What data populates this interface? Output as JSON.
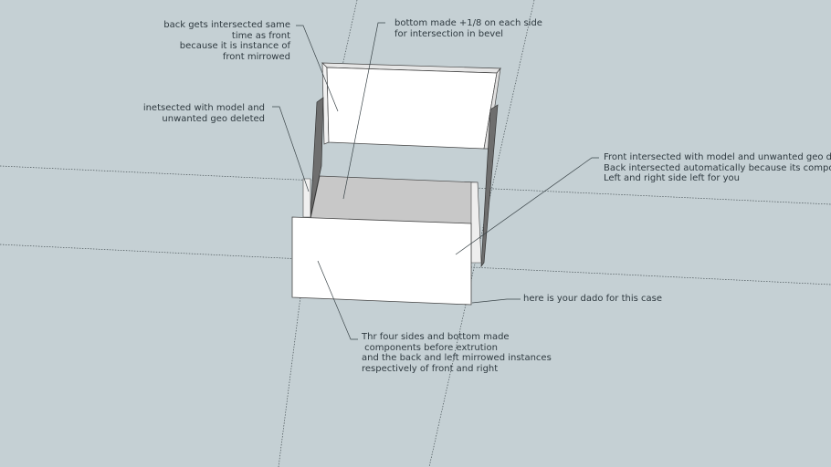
{
  "colors": {
    "background": "#c5d0d4",
    "face_white": "#ffffff",
    "face_light": "#c8c8c8",
    "face_dark": "#6e6e6e",
    "text": "#2f3a40"
  },
  "annotations": {
    "back": "back gets intersected same\ntime as front\nbecause it is instance of\nfront mirrowed",
    "bottom": "bottom made +1/8 on each side\nfor intersection in bevel",
    "left": "inetsected with model and\nunwanted geo deleted",
    "front": "Front intersected with model and unwanted geo deleted.\nBack intersected automatically because its component.\nLeft and right side left for you",
    "dado": "here is your dado for this case",
    "components": "Thr four sides and bottom made\n components before extrution\nand the back and left mirrowed instances\nrespectively of front and right"
  }
}
